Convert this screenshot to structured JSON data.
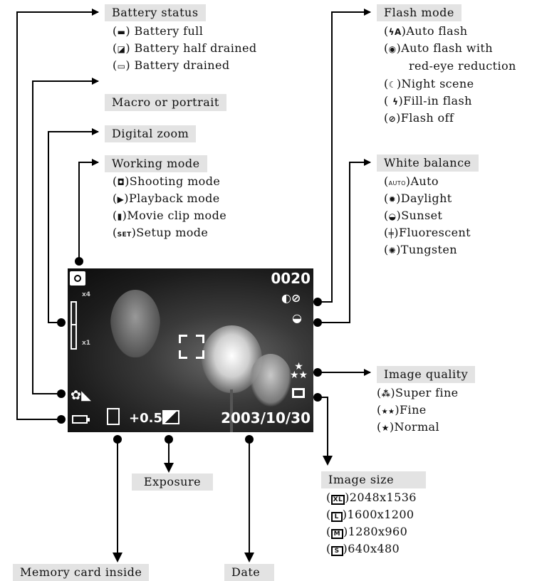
{
  "battery_status": {
    "title": "Battery status",
    "items": [
      {
        "icon": "▬",
        "label": "Battery full"
      },
      {
        "icon": "◪",
        "label": "Battery half drained"
      },
      {
        "icon": "▭",
        "label": "Battery drained"
      }
    ]
  },
  "macro": {
    "title": "Macro or portrait"
  },
  "digital_zoom": {
    "title": "Digital zoom"
  },
  "working_mode": {
    "title": "Working mode",
    "items": [
      {
        "icon": "◘",
        "label": "Shooting mode"
      },
      {
        "icon": "▶",
        "label": "Playback mode"
      },
      {
        "icon": "▮",
        "label": "Movie clip mode"
      },
      {
        "icon": "SET",
        "label": "Setup mode"
      }
    ]
  },
  "flash_mode": {
    "title": "Flash mode",
    "items": [
      {
        "icon": "ϟA",
        "label": "Auto flash"
      },
      {
        "icon": "◉",
        "label": "Auto flash with"
      },
      {
        "icon": "",
        "label": "red-eye reduction"
      },
      {
        "icon": "☾",
        "label": "Night scene"
      },
      {
        "icon": "ϟ",
        "label": "Fill-in flash"
      },
      {
        "icon": "⊘",
        "label": "Flash off"
      }
    ]
  },
  "white_balance": {
    "title": "White balance",
    "items": [
      {
        "icon": "AUTO",
        "label": "Auto"
      },
      {
        "icon": "✹",
        "label": "Daylight"
      },
      {
        "icon": "◒",
        "label": "Sunset"
      },
      {
        "icon": "╪",
        "label": "Fluorescent"
      },
      {
        "icon": "✺",
        "label": "Tungsten"
      }
    ]
  },
  "image_quality": {
    "title": "Image quality",
    "items": [
      {
        "icon": "⁂",
        "label": "Super fine"
      },
      {
        "icon": "★★",
        "label": "Fine"
      },
      {
        "icon": "★",
        "label": "Normal"
      }
    ]
  },
  "image_size": {
    "title": "Image size",
    "items": [
      {
        "icon": "XL",
        "label": "2048x1536"
      },
      {
        "icon": "L",
        "label": "1600x1200"
      },
      {
        "icon": "M",
        "label": "1280x960"
      },
      {
        "icon": "S",
        "label": "640x480"
      }
    ]
  },
  "exposure": {
    "title": "Exposure"
  },
  "memory_card": {
    "title": "Memory card inside"
  },
  "date_label": {
    "title": "Date"
  },
  "screen": {
    "counter": "0020",
    "zoom_max": "x4",
    "zoom_min": "x1",
    "exposure_value": "+0.5",
    "date": "2003/10/30"
  }
}
